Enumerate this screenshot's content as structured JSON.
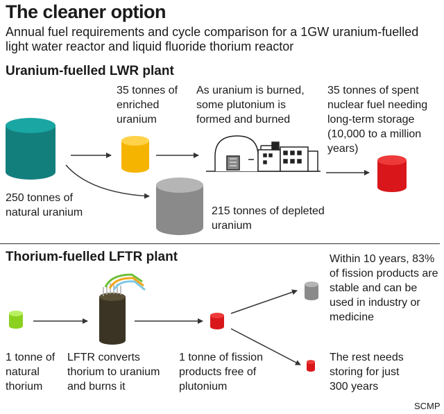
{
  "title": "The cleaner option",
  "subtitle": "Annual fuel requirements and cycle comparison for a 1GW uranium-fuelled light water reactor and liquid fluoride thorium reactor",
  "uranium": {
    "heading": "Uranium-fuelled LWR plant",
    "natural_uranium": "250 tonnes of natural uranium",
    "enriched_uranium": "35 tonnes of enriched uranium",
    "plutonium_note": "As uranium is burned, some plutonium is formed and burned",
    "spent_fuel": "35 tonnes of spent nuclear fuel needing long-term storage (10,000 to a million years)",
    "depleted_uranium": "215 tonnes of depleted uranium"
  },
  "thorium": {
    "heading": "Thorium-fuelled LFTR plant",
    "natural_thorium": "1 tonne of natural thorium",
    "lftr_converts": "LFTR converts thorium to uranium and burns it",
    "fission_products": "1 tonne of fission products free of plutonium",
    "stable_products": "Within 10 years, 83% of fission products are stable and can be used in industry or medicine",
    "rest_storage": "The rest needs storing for just 300 years"
  },
  "credit": "SCMP",
  "colors": {
    "natural_uranium": "#1aa6a3",
    "enriched_uranium": "#f5b400",
    "spent_fuel": "#d9171b",
    "depleted_uranium": "#9a9a9a",
    "thorium": "#9ee23a",
    "lftr_core": "#3b3424"
  }
}
